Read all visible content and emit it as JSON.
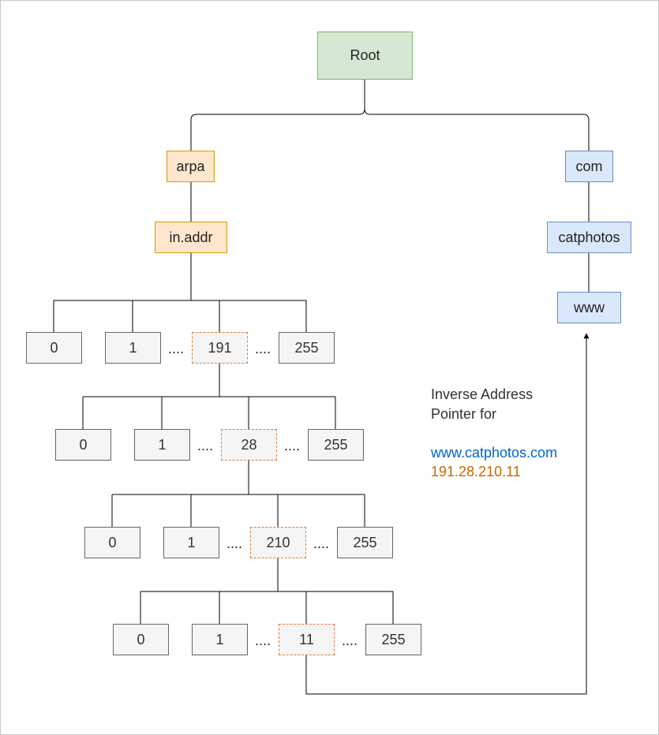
{
  "root": "Root",
  "arpa": "arpa",
  "in_addr": "in.addr",
  "com": "com",
  "catphotos": "catphotos",
  "www": "www",
  "ellipsis": "....",
  "levels": [
    {
      "values": [
        "0",
        "1",
        "191",
        "255"
      ],
      "selected": "191"
    },
    {
      "values": [
        "0",
        "1",
        "28",
        "255"
      ],
      "selected": "28"
    },
    {
      "values": [
        "0",
        "1",
        "210",
        "255"
      ],
      "selected": "210"
    },
    {
      "values": [
        "0",
        "1",
        "11",
        "255"
      ],
      "selected": "11"
    }
  ],
  "note": {
    "line1": "Inverse Address",
    "line2": "Pointer for",
    "url": "www.catphotos.com",
    "ip": "191.28.210.11"
  },
  "colors": {
    "root_fill": "#d5e8d4",
    "arpa_fill": "#ffe6cc",
    "com_fill": "#dae8fc",
    "selected_border": "#e07b39",
    "url_text": "#0066cc",
    "ip_text": "#cc6600"
  }
}
